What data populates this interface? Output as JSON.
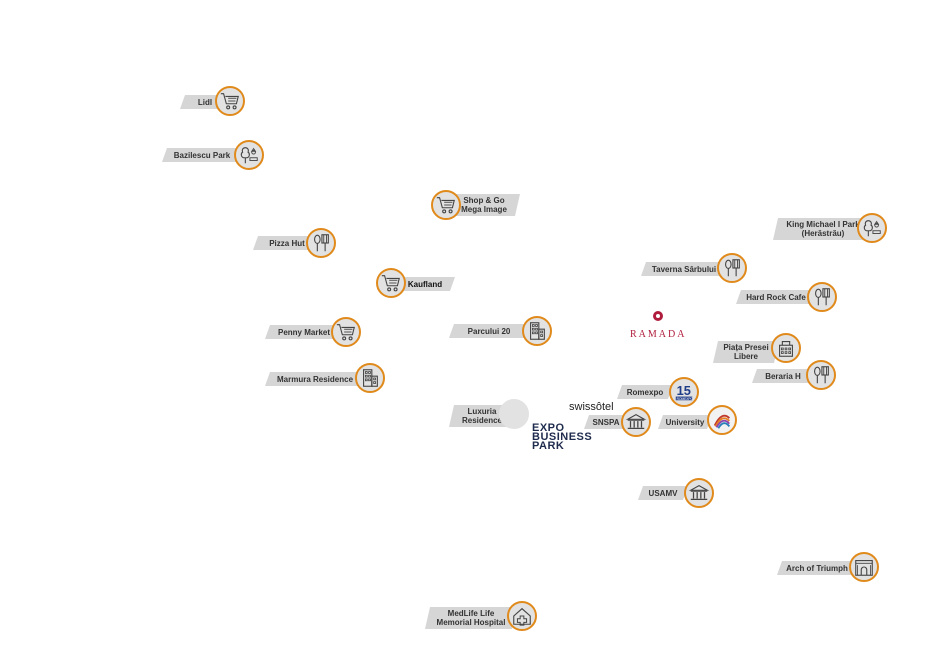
{
  "pois": {
    "lidl": {
      "label": "Lidl",
      "icon": "cart-icon"
    },
    "bazilescu": {
      "label": "Bazilescu Park",
      "icon": "park-icon"
    },
    "shopgo": {
      "label1": "Shop & Go",
      "label2": "Mega Image",
      "icon": "cart-icon"
    },
    "pizzahut": {
      "label": "Pizza Hut",
      "icon": "restaurant-icon"
    },
    "kaufland": {
      "label": "Kaufland",
      "icon": "cart-icon"
    },
    "penny": {
      "label": "Penny Market",
      "icon": "cart-icon"
    },
    "marmura": {
      "label": "Marmura Residence",
      "icon": "building-icon"
    },
    "parcului": {
      "label": "Parcului 20",
      "icon": "building-icon"
    },
    "luxuria": {
      "label1": "Luxuria",
      "label2": "Residence",
      "icon": "building-icon"
    },
    "kingmichael": {
      "label1": "King Michael I Park",
      "label2": "(Herăstrău)",
      "icon": "park-icon"
    },
    "taverna": {
      "label": "Taverna Sârbului",
      "icon": "restaurant-icon"
    },
    "hardrock": {
      "label": "Hard Rock Cafe",
      "icon": "restaurant-icon"
    },
    "piata": {
      "label1": "Piața Presei",
      "label2": "Libere",
      "icon": "press-building-icon"
    },
    "beraria": {
      "label": "Beraria H",
      "icon": "restaurant-icon"
    },
    "romexpo": {
      "label": "Romexpo",
      "icon": "romexpo-logo-icon"
    },
    "snspa": {
      "label": "SNSPA",
      "icon": "institution-icon"
    },
    "university": {
      "label": "University",
      "icon": "university-logo-icon"
    },
    "usamv": {
      "label": "USAMV",
      "icon": "institution-icon"
    },
    "arch": {
      "label": "Arch of Triumph",
      "icon": "arch-icon"
    },
    "medlife": {
      "label1": "MedLife Life",
      "label2": "Memorial Hospital",
      "icon": "hospital-icon"
    }
  },
  "brands": {
    "ramada": "RAMADA",
    "swissotel": "swissôtel",
    "expo": {
      "line1": "EXPO",
      "line2": "BUSINESS",
      "line3": "PARK"
    },
    "romexpo_badge": "ROMEXPO"
  },
  "colors": {
    "ring": "#e08a1c",
    "tag": "#d6d6d6",
    "ramada": "#b01d3c"
  }
}
